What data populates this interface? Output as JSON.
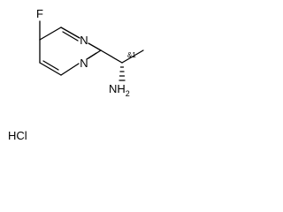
{
  "molecule": {
    "atoms": {
      "fluorine": "F",
      "ring_nitrogen_top": "N",
      "ring_nitrogen_bottom": "N",
      "amine": "NH2"
    },
    "amine_parts": {
      "base": "NH",
      "subscript": "2"
    },
    "stereo_label": "&1",
    "salt": "HCl"
  },
  "colors": {
    "background": "#ffffff",
    "ink": "#000000"
  }
}
